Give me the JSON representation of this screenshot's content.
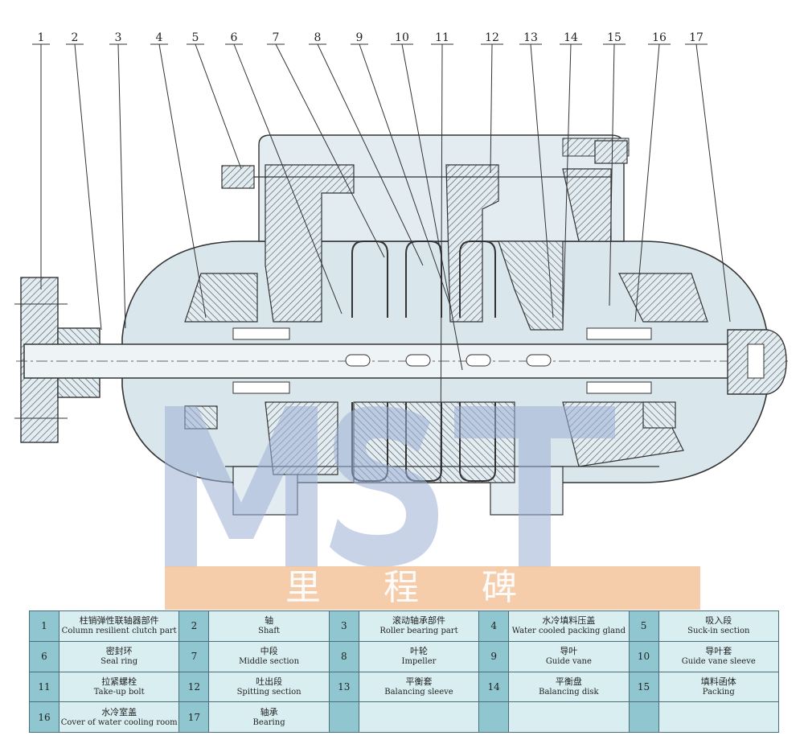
{
  "watermark": {
    "logo_text": "MST",
    "text": "里程碑"
  },
  "callouts": [
    "1",
    "2",
    "3",
    "4",
    "5",
    "6",
    "7",
    "8",
    "9",
    "10",
    "11",
    "12",
    "13",
    "14",
    "15",
    "16",
    "17"
  ],
  "parts": [
    {
      "num": "1",
      "zh": "柱销弹性联轴器部件",
      "en": "Column resilient clutch part"
    },
    {
      "num": "2",
      "zh": "轴",
      "en": "Shaft"
    },
    {
      "num": "3",
      "zh": "滚动轴承部件",
      "en": "Roller bearing part"
    },
    {
      "num": "4",
      "zh": "水冷填料压盖",
      "en": "Water cooled packing gland"
    },
    {
      "num": "5",
      "zh": "吸入段",
      "en": "Suck-in section"
    },
    {
      "num": "6",
      "zh": "密封环",
      "en": "Seal ring"
    },
    {
      "num": "7",
      "zh": "中段",
      "en": "Middle section"
    },
    {
      "num": "8",
      "zh": "叶轮",
      "en": "Impeller"
    },
    {
      "num": "9",
      "zh": "导叶",
      "en": "Guide vane"
    },
    {
      "num": "10",
      "zh": "导叶套",
      "en": "Guide vane sleeve"
    },
    {
      "num": "11",
      "zh": "拉紧螺栓",
      "en": "Take-up bolt"
    },
    {
      "num": "12",
      "zh": "吐出段",
      "en": "Spitting section"
    },
    {
      "num": "13",
      "zh": "平衡套",
      "en": "Balancing sleeve"
    },
    {
      "num": "14",
      "zh": "平衡盘",
      "en": "Balancing disk"
    },
    {
      "num": "15",
      "zh": "填料函体",
      "en": "Packing"
    },
    {
      "num": "16",
      "zh": "水冷室盖",
      "en": "Cover of water cooling room"
    },
    {
      "num": "17",
      "zh": "轴承",
      "en": "Bearing"
    }
  ],
  "colors": {
    "table_number_cell": "#8fc6cf",
    "table_desc_cell": "#d9eef1",
    "casing_fill": "#d9e6ec",
    "watermark_blue": "#9db0d6",
    "watermark_band": "#f3c49c"
  }
}
